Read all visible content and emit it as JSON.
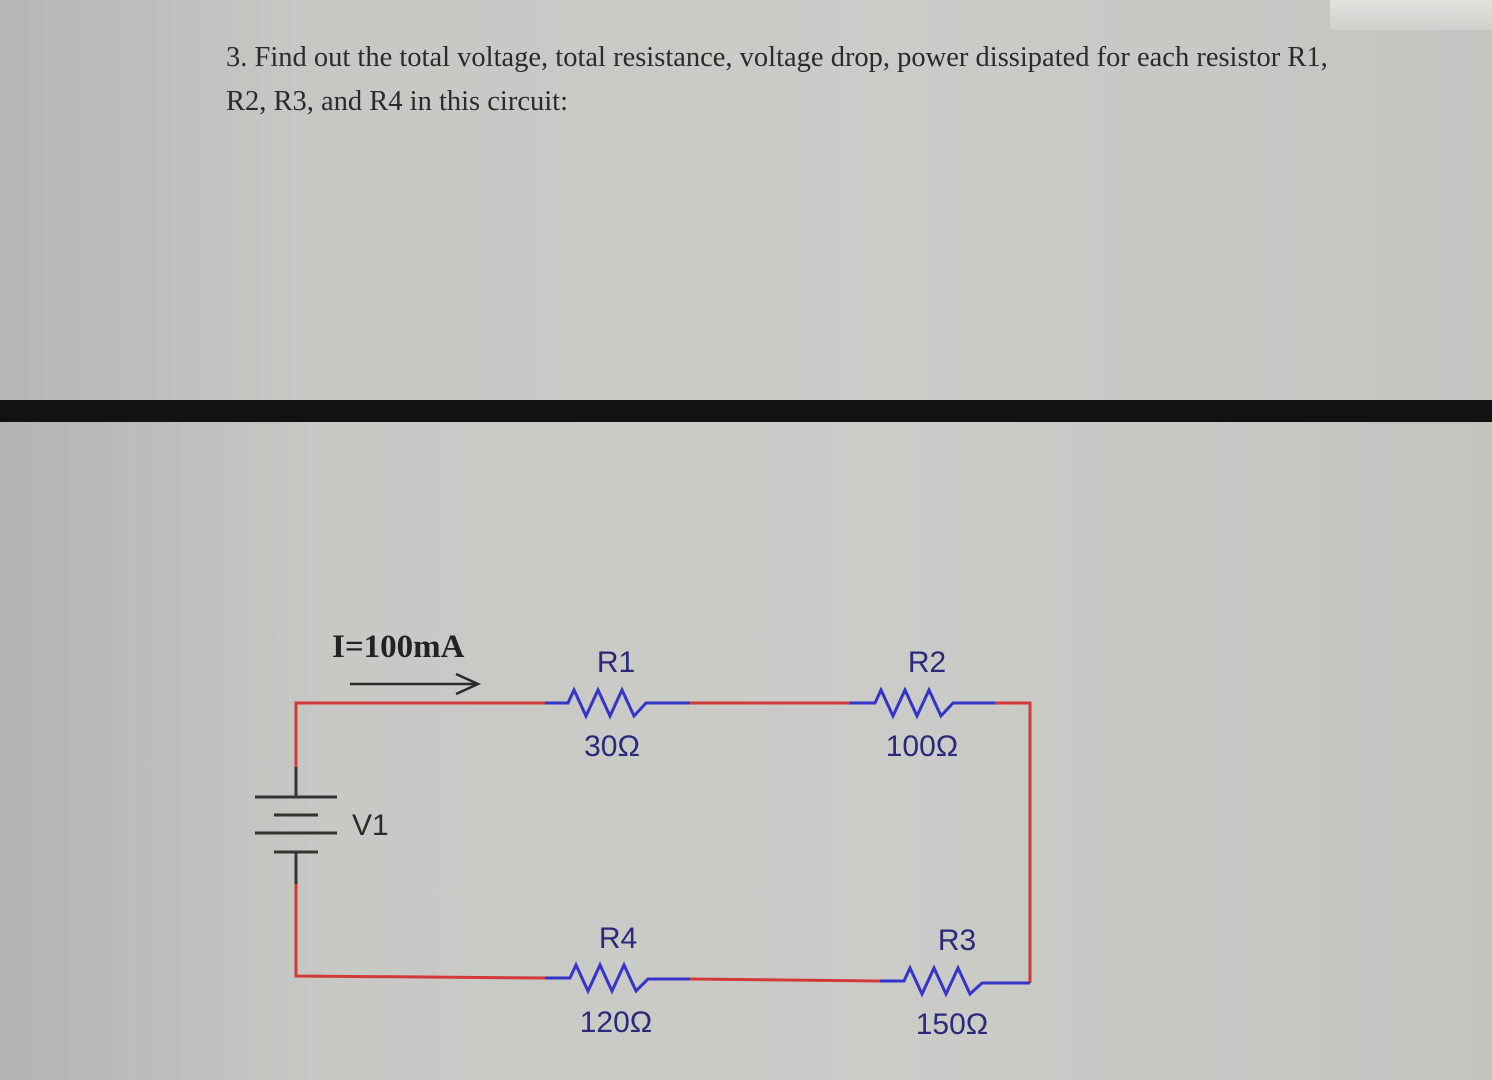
{
  "question": {
    "text": "3. Find out the total voltage, total resistance, voltage drop, power dissipated for each resistor R1, R2, R3, and R4 in this circuit:"
  },
  "circuit": {
    "current_label": "I=100mA",
    "source": {
      "name": "V1"
    },
    "resistors": [
      {
        "name": "R1",
        "value": "30Ω"
      },
      {
        "name": "R2",
        "value": "100Ω"
      },
      {
        "name": "R3",
        "value": "150Ω"
      },
      {
        "name": "R4",
        "value": "120Ω"
      }
    ],
    "colors": {
      "wire": "#d23a3a",
      "resistor": "#3434c8",
      "component_text": "#2a2a7a",
      "battery": "#333333"
    }
  }
}
